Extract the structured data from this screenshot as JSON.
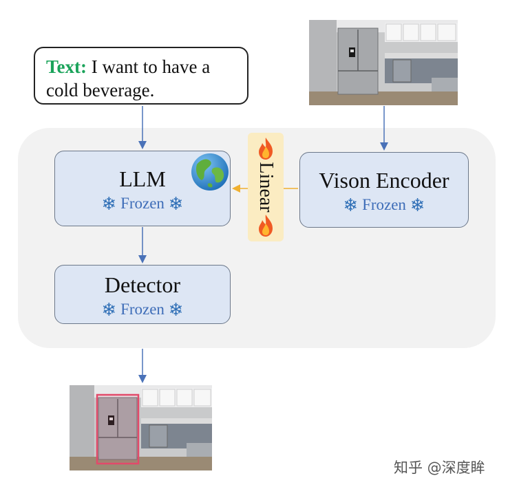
{
  "input_text": {
    "label": "Text:",
    "content": "I want to have a cold beverage."
  },
  "llm": {
    "title": "LLM",
    "status": "Frozen"
  },
  "vision_encoder": {
    "title": "Vison Encoder",
    "status": "Frozen"
  },
  "detector": {
    "title": "Detector",
    "status": "Frozen"
  },
  "projection": {
    "label": "Linear"
  },
  "snowflake_glyph": "❄",
  "watermark": "知乎 @深度眸",
  "colors": {
    "text_label": "#1aa35a",
    "frozen": "#3e6db8",
    "box_fill": "#dde6f4",
    "panel": "#f2f2f2",
    "linear_fill": "#fbecc2",
    "arrow_blue": "#4a72b8",
    "arrow_orange": "#f0b030",
    "detection_box": "#e24a6a"
  },
  "icons": [
    "globe-icon",
    "fire-icon",
    "snowflake-icon",
    "kitchen-photo"
  ]
}
